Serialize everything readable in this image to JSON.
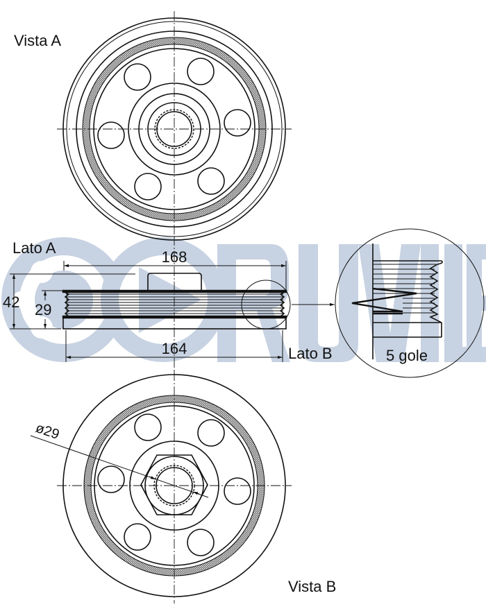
{
  "drawing": {
    "subject": "crankshaft pulley technical drawing",
    "watermark": {
      "text": "RUVILLE",
      "color": "#c7d2e2"
    },
    "labels": {
      "view_a": "Vista A",
      "view_b": "Vista B",
      "side_a": "Lato A",
      "side_b": "Lato B",
      "grooves": "5 gole"
    },
    "dimensions": {
      "outer_width": "168",
      "inner_width": "164",
      "total_height": "42",
      "rib_height": "29",
      "bore_diameter": "ø29"
    },
    "colors": {
      "line": "#111111",
      "background": "#ffffff"
    }
  }
}
